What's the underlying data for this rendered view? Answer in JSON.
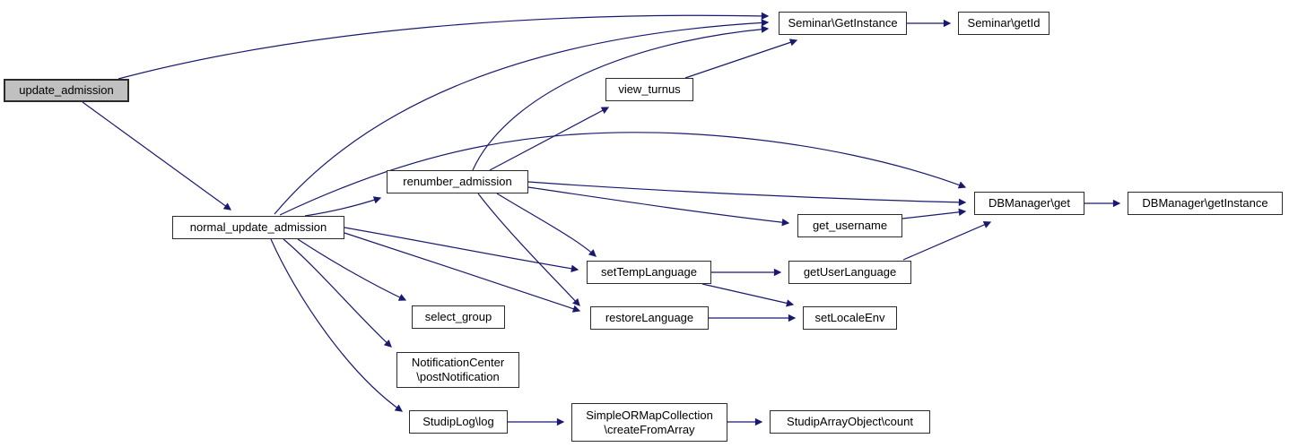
{
  "diagram": {
    "type": "call-graph",
    "background_color": "#ffffff",
    "edge_color": "#191970",
    "node_border_color": "#2b2b2b",
    "highlight_fill": "#c0c0c0",
    "nodes": {
      "update_admission": {
        "label": "update_admission",
        "highlighted": true
      },
      "normal_update_admission": {
        "label": "normal_update_admission"
      },
      "renumber_admission": {
        "label": "renumber_admission"
      },
      "view_turnus": {
        "label": "view_turnus"
      },
      "seminar_getinstance": {
        "label": "Seminar\\GetInstance"
      },
      "seminar_getid": {
        "label": "Seminar\\getId"
      },
      "dbmanager_get": {
        "label": "DBManager\\get"
      },
      "dbmanager_getinstance": {
        "label": "DBManager\\getInstance"
      },
      "get_username": {
        "label": "get_username"
      },
      "settemplanguage": {
        "label": "setTempLanguage"
      },
      "getuserlanguage": {
        "label": "getUserLanguage"
      },
      "restorelanguage": {
        "label": "restoreLanguage"
      },
      "setlocaleenv": {
        "label": "setLocaleEnv"
      },
      "select_group": {
        "label": "select_group"
      },
      "notificationcenter_postnotification": {
        "label": "NotificationCenter\n\\postNotification"
      },
      "studiplog_log": {
        "label": "StudipLog\\log"
      },
      "simpleormapcollection_createfromarray": {
        "label": "SimpleORMapCollection\n\\createFromArray"
      },
      "studiparrayobject_count": {
        "label": "StudipArrayObject\\count"
      }
    },
    "edges": [
      {
        "from": "update_admission",
        "to": "seminar_getinstance"
      },
      {
        "from": "update_admission",
        "to": "normal_update_admission"
      },
      {
        "from": "normal_update_admission",
        "to": "seminar_getinstance"
      },
      {
        "from": "normal_update_admission",
        "to": "renumber_admission"
      },
      {
        "from": "normal_update_admission",
        "to": "dbmanager_get"
      },
      {
        "from": "normal_update_admission",
        "to": "settemplanguage"
      },
      {
        "from": "normal_update_admission",
        "to": "restorelanguage"
      },
      {
        "from": "normal_update_admission",
        "to": "select_group"
      },
      {
        "from": "normal_update_admission",
        "to": "notificationcenter_postnotification"
      },
      {
        "from": "normal_update_admission",
        "to": "studiplog_log"
      },
      {
        "from": "renumber_admission",
        "to": "seminar_getinstance"
      },
      {
        "from": "renumber_admission",
        "to": "view_turnus"
      },
      {
        "from": "renumber_admission",
        "to": "dbmanager_get"
      },
      {
        "from": "renumber_admission",
        "to": "get_username"
      },
      {
        "from": "renumber_admission",
        "to": "settemplanguage"
      },
      {
        "from": "renumber_admission",
        "to": "restorelanguage"
      },
      {
        "from": "view_turnus",
        "to": "seminar_getinstance"
      },
      {
        "from": "seminar_getinstance",
        "to": "seminar_getid"
      },
      {
        "from": "dbmanager_get",
        "to": "dbmanager_getinstance"
      },
      {
        "from": "get_username",
        "to": "dbmanager_get"
      },
      {
        "from": "settemplanguage",
        "to": "getuserlanguage"
      },
      {
        "from": "settemplanguage",
        "to": "setlocaleenv"
      },
      {
        "from": "getuserlanguage",
        "to": "dbmanager_get"
      },
      {
        "from": "restorelanguage",
        "to": "setlocaleenv"
      },
      {
        "from": "studiplog_log",
        "to": "simpleormapcollection_createfromarray"
      },
      {
        "from": "simpleormapcollection_createfromarray",
        "to": "studiparrayobject_count"
      }
    ]
  }
}
